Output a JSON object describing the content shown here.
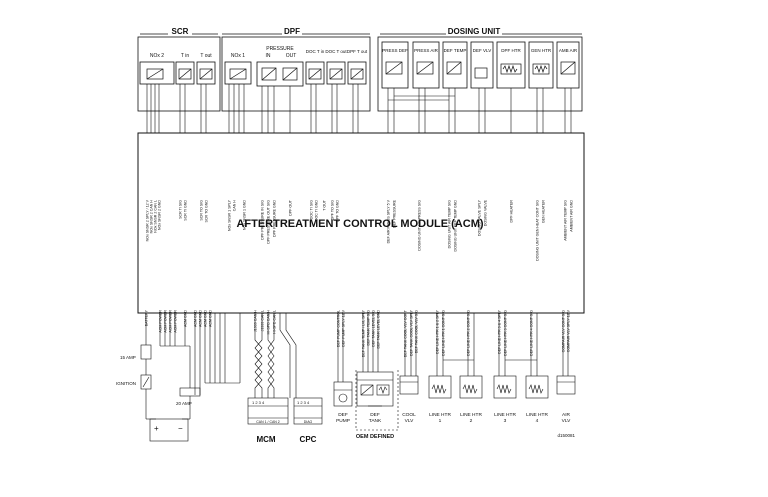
{
  "groups": {
    "scr": "SCR",
    "dpf": "DPF",
    "dosing": "DOSING UNIT"
  },
  "modules": {
    "nox2": "NOx 2",
    "tin": "T in",
    "tout": "T out",
    "nox1": "NOx 1",
    "pressure": "PRESSURE",
    "in": "IN",
    "out": "OUT",
    "doc_tin": "DOC T in",
    "doc_tout": "DOC T out",
    "dpf_tout": "DPF T out",
    "press_def": "PRESS DEF",
    "press_air": "PRESS AIR",
    "def_temp": "DEF TEMP",
    "def_vlv": "DEF VLV",
    "dpf_htr": "DPF HTR",
    "gen_htr": "GEN HTR",
    "amb_air": "AMB AIR"
  },
  "acm_title": "AFTERTREATMENT CONTROL MODULE (ACM)",
  "top_signals": [
    "NOx SNSR 2 SPLY / 12 V",
    "NOx SNSR 2 CAN H",
    "NOx SNSR 2 CAN L",
    "NOx SNSR 2 GND",
    "SCR TI SIG",
    "SCR TI GND",
    "SCR TO SIG",
    "SCR TO GND",
    "NOx SNSR 1 SPLY",
    "CAN H",
    "NOx SNSR 1 GND",
    "DPF PRESSURE IN SIG",
    "DPF PRESSURE OUT SIG",
    "DPF PRESSURE GND",
    "DPF OUT",
    "DOC TI SIG",
    "DOC TI GND",
    "T OUT",
    "DPF TO SIG",
    "DPF TO GND",
    "DEF AIR PRESS SPLY 5 V",
    "DEF PRESSURE",
    "DOSING UNIT AIR PRESS SIG",
    "DOSING UNIT AIR TEMP SIG",
    "DOSING UNIT DEF TEMP GND",
    "DOSING VALVE SPLY",
    "DOSING VALVE",
    "DPF HEATER",
    "DOSING UNIT GEN HEAT CONT SIG",
    "GEN HEATER",
    "AMBIENT AIR TEMP SIG",
    "AMBIENT AIR GND"
  ],
  "bottom_signals": [
    "BATTERY",
    "ACM POWER",
    "ACM POWER",
    "ACM POWER",
    "ACM POWER",
    "ACM GND",
    "ACM GND",
    "ACM GND",
    "ACM GND",
    "ACM GND",
    "J1939 CAN H",
    "J1939 CAN L",
    "HI-SPD CAN H",
    "HI-SPD CAN L",
    "DEF PUMP CONTROL",
    "DEF PUMP SPLY 12 V",
    "DEF TANK TEMP / LVL SPLY",
    "DEF TANK TEMP SIG",
    "DEF TANK LEVEL SIG",
    "DEF TANK LEVEL GND",
    "DEF TANK COOL VLV CONT",
    "DEF TANK COOL VLV SPLY",
    "DEF TANK COOL VLV SIG",
    "DEF LINE HTR 1 & 2 SPLY",
    "DEF LINE HTR 1 CONT SIG",
    "DEF LINE HTR 2 CONT SIG",
    "DEF LINE HTR 3 & 4 SPLY",
    "DEF LINE HTR 3 CONT SIG",
    "DEF LINE HTR 4 CONT SIG",
    "COMPAIR VLV CONT SIG",
    "COMPAIR VLV SPLY 12 V"
  ],
  "fuse_15amp": "15 AMP",
  "fuse_20amp": "20 AMP",
  "ignition": "IGNITION",
  "mcm": "MCM",
  "cpc": "CPC",
  "connectors": {
    "mcm_pins": "1 2 3 4",
    "cpc_pins": "1 2 3 4",
    "conn1_label": "CAN 1 / CAN 2",
    "conn2_label": "DIAG"
  },
  "components": [
    "DEF PUMP",
    "DEF TANK",
    "COOL VLV",
    "LINE HTR 1",
    "LINE HTR 2",
    "LINE HTR 3",
    "LINE HTR 4",
    "AIR VLV"
  ],
  "oem_defined": "OEM DEFINED",
  "figure_id": "d150081",
  "colors": {
    "line": "#111111",
    "background": "#ffffff"
  }
}
